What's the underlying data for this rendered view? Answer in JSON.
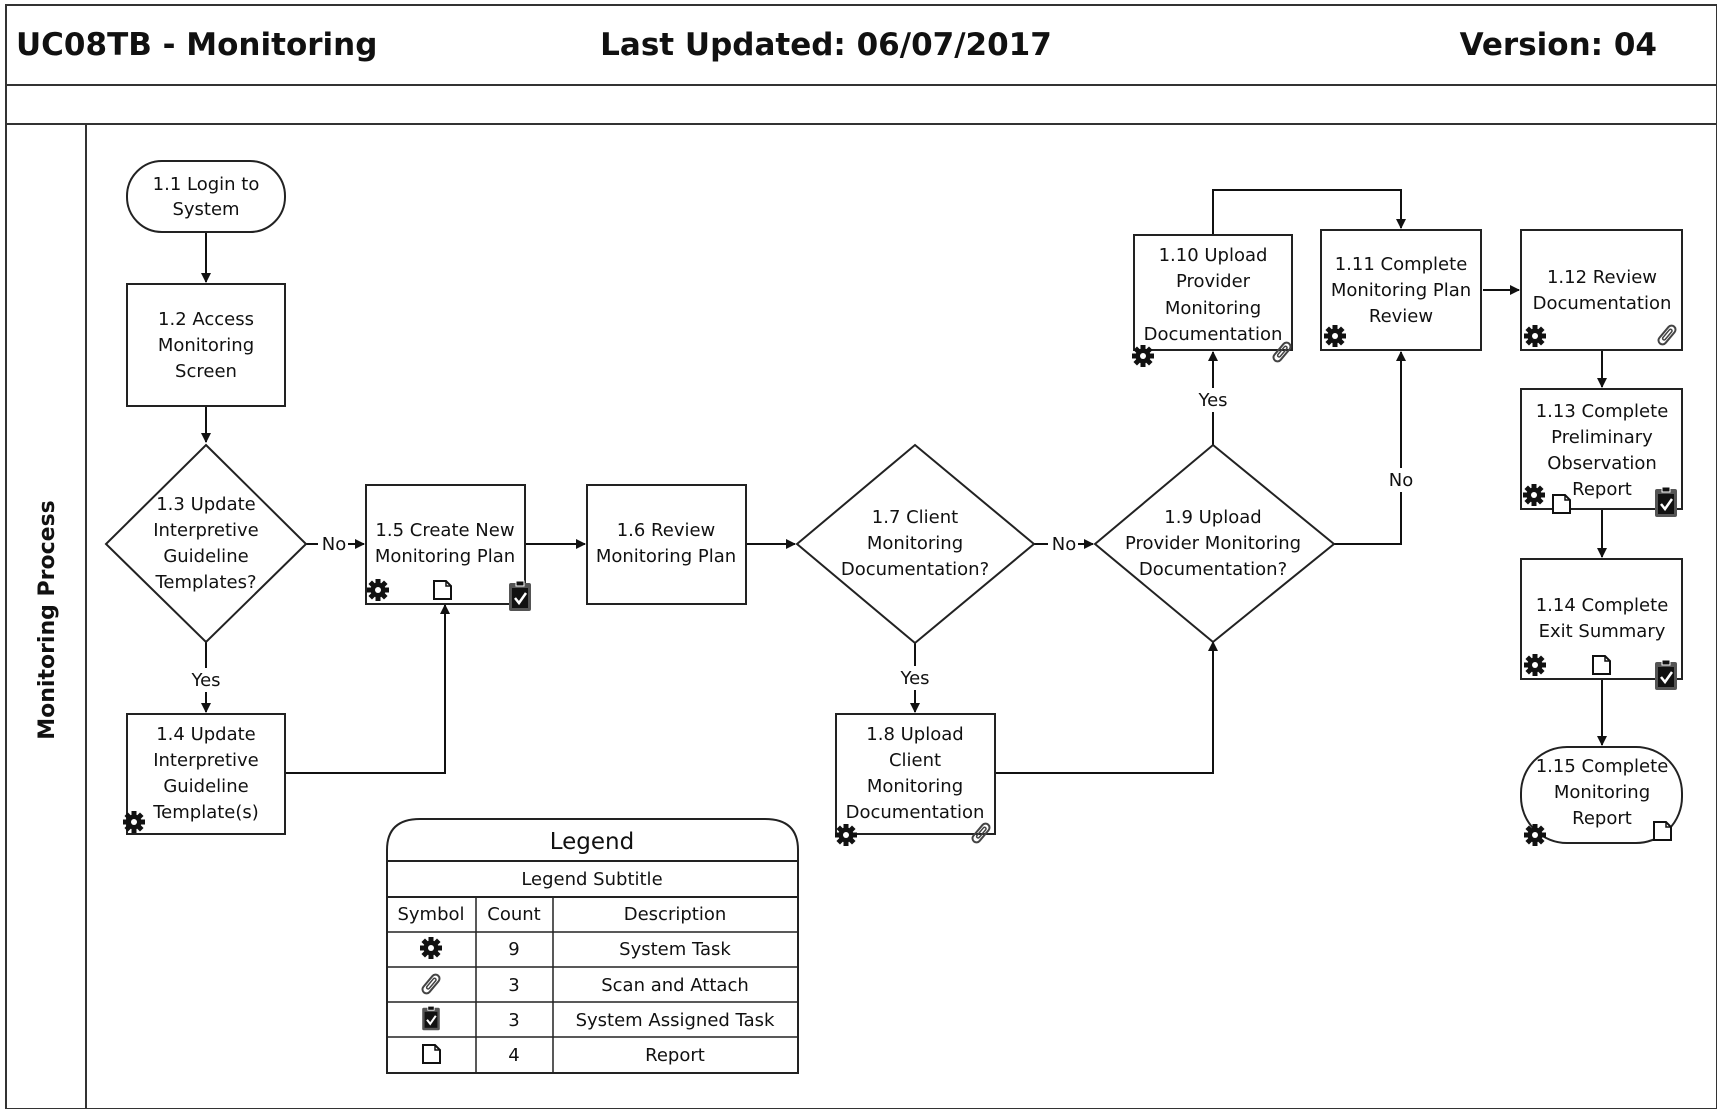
{
  "header": {
    "title": "UC08TB -  Monitoring",
    "last_updated": "Last Updated: 06/07/2017",
    "version": "Version: 04"
  },
  "lane": {
    "label": "Monitoring Process"
  },
  "nodes": {
    "n1_1": [
      "1.1 Login to",
      "System"
    ],
    "n1_2": [
      "1.2 Access",
      "Monitoring",
      "Screen"
    ],
    "n1_3": [
      "1.3 Update",
      "Interpretive",
      "Guideline",
      "Templates?"
    ],
    "n1_4": [
      "1.4 Update",
      "Interpretive",
      "Guideline",
      "Template(s)"
    ],
    "n1_5": [
      "1.5 Create New",
      "Monitoring Plan"
    ],
    "n1_6": [
      "1.6 Review",
      "Monitoring Plan"
    ],
    "n1_7": [
      "1.7  Client",
      "Monitoring",
      "Documentation?"
    ],
    "n1_8": [
      "1.8 Upload",
      "Client",
      "Monitoring",
      "Documentation"
    ],
    "n1_9": [
      "1.9 Upload",
      "Provider Monitoring",
      "Documentation?"
    ],
    "n1_10": [
      "1.10 Upload",
      "Provider",
      "Monitoring",
      "Documentation"
    ],
    "n1_11": [
      "1.11 Complete",
      "Monitoring Plan",
      "Review"
    ],
    "n1_12": [
      "1.12 Review",
      "Documentation"
    ],
    "n1_13": [
      "1.13 Complete",
      "Preliminary",
      "Observation",
      "Report"
    ],
    "n1_14": [
      "1.14 Complete",
      "Exit Summary"
    ],
    "n1_15": [
      "1.15 Complete",
      "Monitoring",
      "Report"
    ]
  },
  "edge_labels": {
    "yes": "Yes",
    "no": "No"
  },
  "legend": {
    "title": "Legend",
    "subtitle": "Legend Subtitle",
    "columns": [
      "Symbol",
      "Count",
      "Description"
    ],
    "rows": [
      {
        "icon": "gear-icon",
        "count": "9",
        "description": "System Task"
      },
      {
        "icon": "paperclip-icon",
        "count": "3",
        "description": "Scan and Attach"
      },
      {
        "icon": "clipboard-check-icon",
        "count": "3",
        "description": "System Assigned Task"
      },
      {
        "icon": "document-icon",
        "count": "4",
        "description": "Report"
      }
    ]
  }
}
